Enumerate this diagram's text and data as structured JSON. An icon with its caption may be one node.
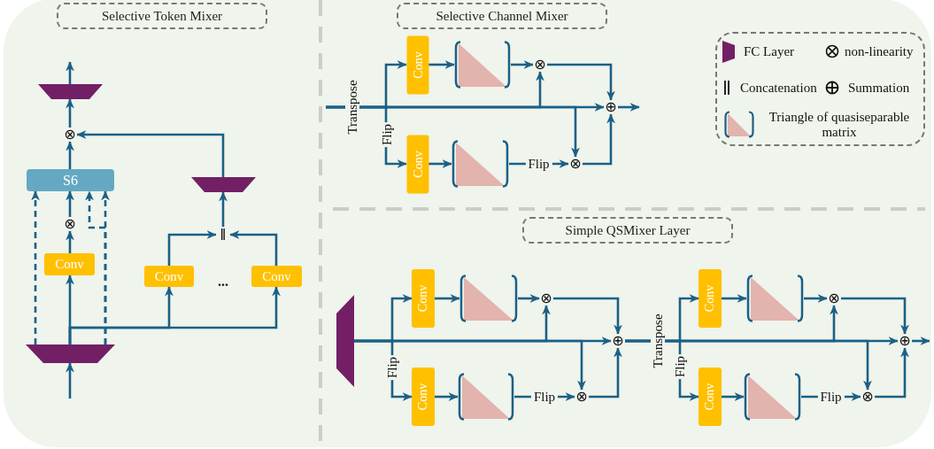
{
  "diagram": {
    "nodes": [
      {
        "text": [
          "Selective Token Mixer"
        ]
      },
      {
        "text": [],
        "shape": "trapezoid"
      },
      {
        "text": [
          "⊗"
        ]
      },
      {
        "text": [
          "S6"
        ]
      },
      {
        "text": [
          "⊗"
        ]
      },
      {
        "text": [
          "Conv"
        ]
      },
      {
        "text": [],
        "shape": "trapezoid"
      },
      {
        "text": [],
        "shape": "trapezoid"
      },
      {
        "text": [
          "‖"
        ]
      },
      {
        "text": [
          "Conv"
        ]
      },
      {
        "text": [
          "Conv"
        ]
      },
      {
        "text": [
          "Selective Channel Mixer"
        ]
      },
      {
        "text": [
          "Conv"
        ]
      },
      {
        "text": [],
        "shape": "triangle"
      },
      {
        "text": [
          "⊗"
        ]
      },
      {
        "text": [
          "Conv"
        ]
      },
      {
        "text": [],
        "shape": "triangle"
      },
      {
        "text": [
          "⊗"
        ]
      },
      {
        "text": [
          "⊕"
        ]
      },
      {
        "text": [
          "Simple QSMixer Layer"
        ]
      },
      {
        "text": [],
        "shape": "trapezoid"
      },
      {
        "text": [
          "Conv"
        ]
      },
      {
        "text": [],
        "shape": "triangle"
      },
      {
        "text": [
          "⊗"
        ]
      },
      {
        "text": [
          "Conv"
        ]
      },
      {
        "text": [],
        "shape": "triangle"
      },
      {
        "text": [
          "⊗"
        ]
      },
      {
        "text": [
          "⊕"
        ]
      },
      {
        "text": [
          "Conv"
        ]
      },
      {
        "text": [],
        "shape": "triangle"
      },
      {
        "text": [
          "⊗"
        ]
      },
      {
        "text": [
          "Conv"
        ]
      },
      {
        "text": [],
        "shape": "triangle"
      },
      {
        "text": [
          "⊗"
        ]
      },
      {
        "text": [
          "⊕"
        ]
      }
    ],
    "edges": [
      {
        "from": null,
        "to": 6,
        "arrow": "to"
      },
      {
        "from": 6,
        "to": 5,
        "arrow": "to"
      },
      {
        "from": 5,
        "to": 4,
        "arrow": "to"
      },
      {
        "from": 4,
        "to": 3,
        "arrow": "to"
      },
      {
        "from": 6,
        "to": 3,
        "arrow": "to",
        "style": "dashed"
      },
      {
        "from": 6,
        "to": 3,
        "arrow": "to",
        "style": "dashed"
      },
      {
        "from": 6,
        "to": 3,
        "arrow": "to",
        "style": "dashed"
      },
      {
        "from": 6,
        "to": 9,
        "arrow": "to"
      },
      {
        "from": 6,
        "to": 10,
        "arrow": "to"
      },
      {
        "from": 9,
        "to": 8,
        "arrow": "to"
      },
      {
        "from": 10,
        "to": 8,
        "arrow": "to"
      },
      {
        "from": 8,
        "to": 7,
        "arrow": "to"
      },
      {
        "from": 7,
        "to": 2,
        "arrow": "to"
      },
      {
        "from": 3,
        "to": 2,
        "arrow": "to"
      },
      {
        "from": 2,
        "to": 1,
        "arrow": "to"
      },
      {
        "from": 1,
        "to": null,
        "arrow": "to"
      },
      {
        "from": null,
        "to": 12,
        "arrow": "to"
      },
      {
        "from": null,
        "to": 15,
        "arrow": "to"
      },
      {
        "from": null,
        "to": 14,
        "arrow": "to"
      },
      {
        "from": null,
        "to": 17,
        "arrow": "to"
      },
      {
        "from": null,
        "to": 18,
        "arrow": "to"
      },
      {
        "from": 12,
        "to": 13,
        "arrow": "to"
      },
      {
        "from": 13,
        "to": 14,
        "arrow": "to"
      },
      {
        "from": 15,
        "to": 16,
        "arrow": "to"
      },
      {
        "from": 16,
        "to": 17,
        "arrow": "to",
        "label": "Flip"
      },
      {
        "from": 14,
        "to": 18,
        "arrow": "to"
      },
      {
        "from": 17,
        "to": 18,
        "arrow": "to"
      },
      {
        "from": 18,
        "to": null,
        "arrow": "to"
      },
      {
        "from": 20,
        "to": 21,
        "arrow": "to"
      },
      {
        "from": 20,
        "to": 24,
        "arrow": "to"
      },
      {
        "from": 20,
        "to": 23,
        "arrow": "to"
      },
      {
        "from": 20,
        "to": 26,
        "arrow": "to"
      },
      {
        "from": 20,
        "to": 27,
        "arrow": "to"
      },
      {
        "from": 21,
        "to": 22,
        "arrow": "to"
      },
      {
        "from": 22,
        "to": 23,
        "arrow": "to"
      },
      {
        "from": 24,
        "to": 25,
        "arrow": "to"
      },
      {
        "from": 25,
        "to": 26,
        "arrow": "to",
        "label": "Flip"
      },
      {
        "from": 23,
        "to": 27,
        "arrow": "to"
      },
      {
        "from": 26,
        "to": 27,
        "arrow": "to"
      },
      {
        "from": 27,
        "to": 28,
        "arrow": "to"
      },
      {
        "from": 27,
        "to": 31,
        "arrow": "to"
      },
      {
        "from": 27,
        "to": 30,
        "arrow": "to"
      },
      {
        "from": 27,
        "to": 33,
        "arrow": "to"
      },
      {
        "from": 27,
        "to": 34,
        "arrow": "to"
      },
      {
        "from": 28,
        "to": 29,
        "arrow": "to"
      },
      {
        "from": 29,
        "to": 30,
        "arrow": "to"
      },
      {
        "from": 31,
        "to": 32,
        "arrow": "to"
      },
      {
        "from": 32,
        "to": 33,
        "arrow": "to",
        "label": "Flip"
      },
      {
        "from": 30,
        "to": 34,
        "arrow": "to"
      },
      {
        "from": 33,
        "to": 34,
        "arrow": "to"
      },
      {
        "from": 34,
        "to": null,
        "arrow": "to"
      }
    ],
    "labels": [
      "...",
      "Transpose",
      "Flip",
      "Flip",
      "Transpose",
      "Flip"
    ],
    "legend": [
      {
        "text": "FC Layer"
      },
      {
        "text": "non-linearity"
      },
      {
        "text": "Concatenation"
      },
      {
        "text": "Summation"
      },
      {
        "text": "Triangle of quasiseparable matrix"
      }
    ]
  }
}
